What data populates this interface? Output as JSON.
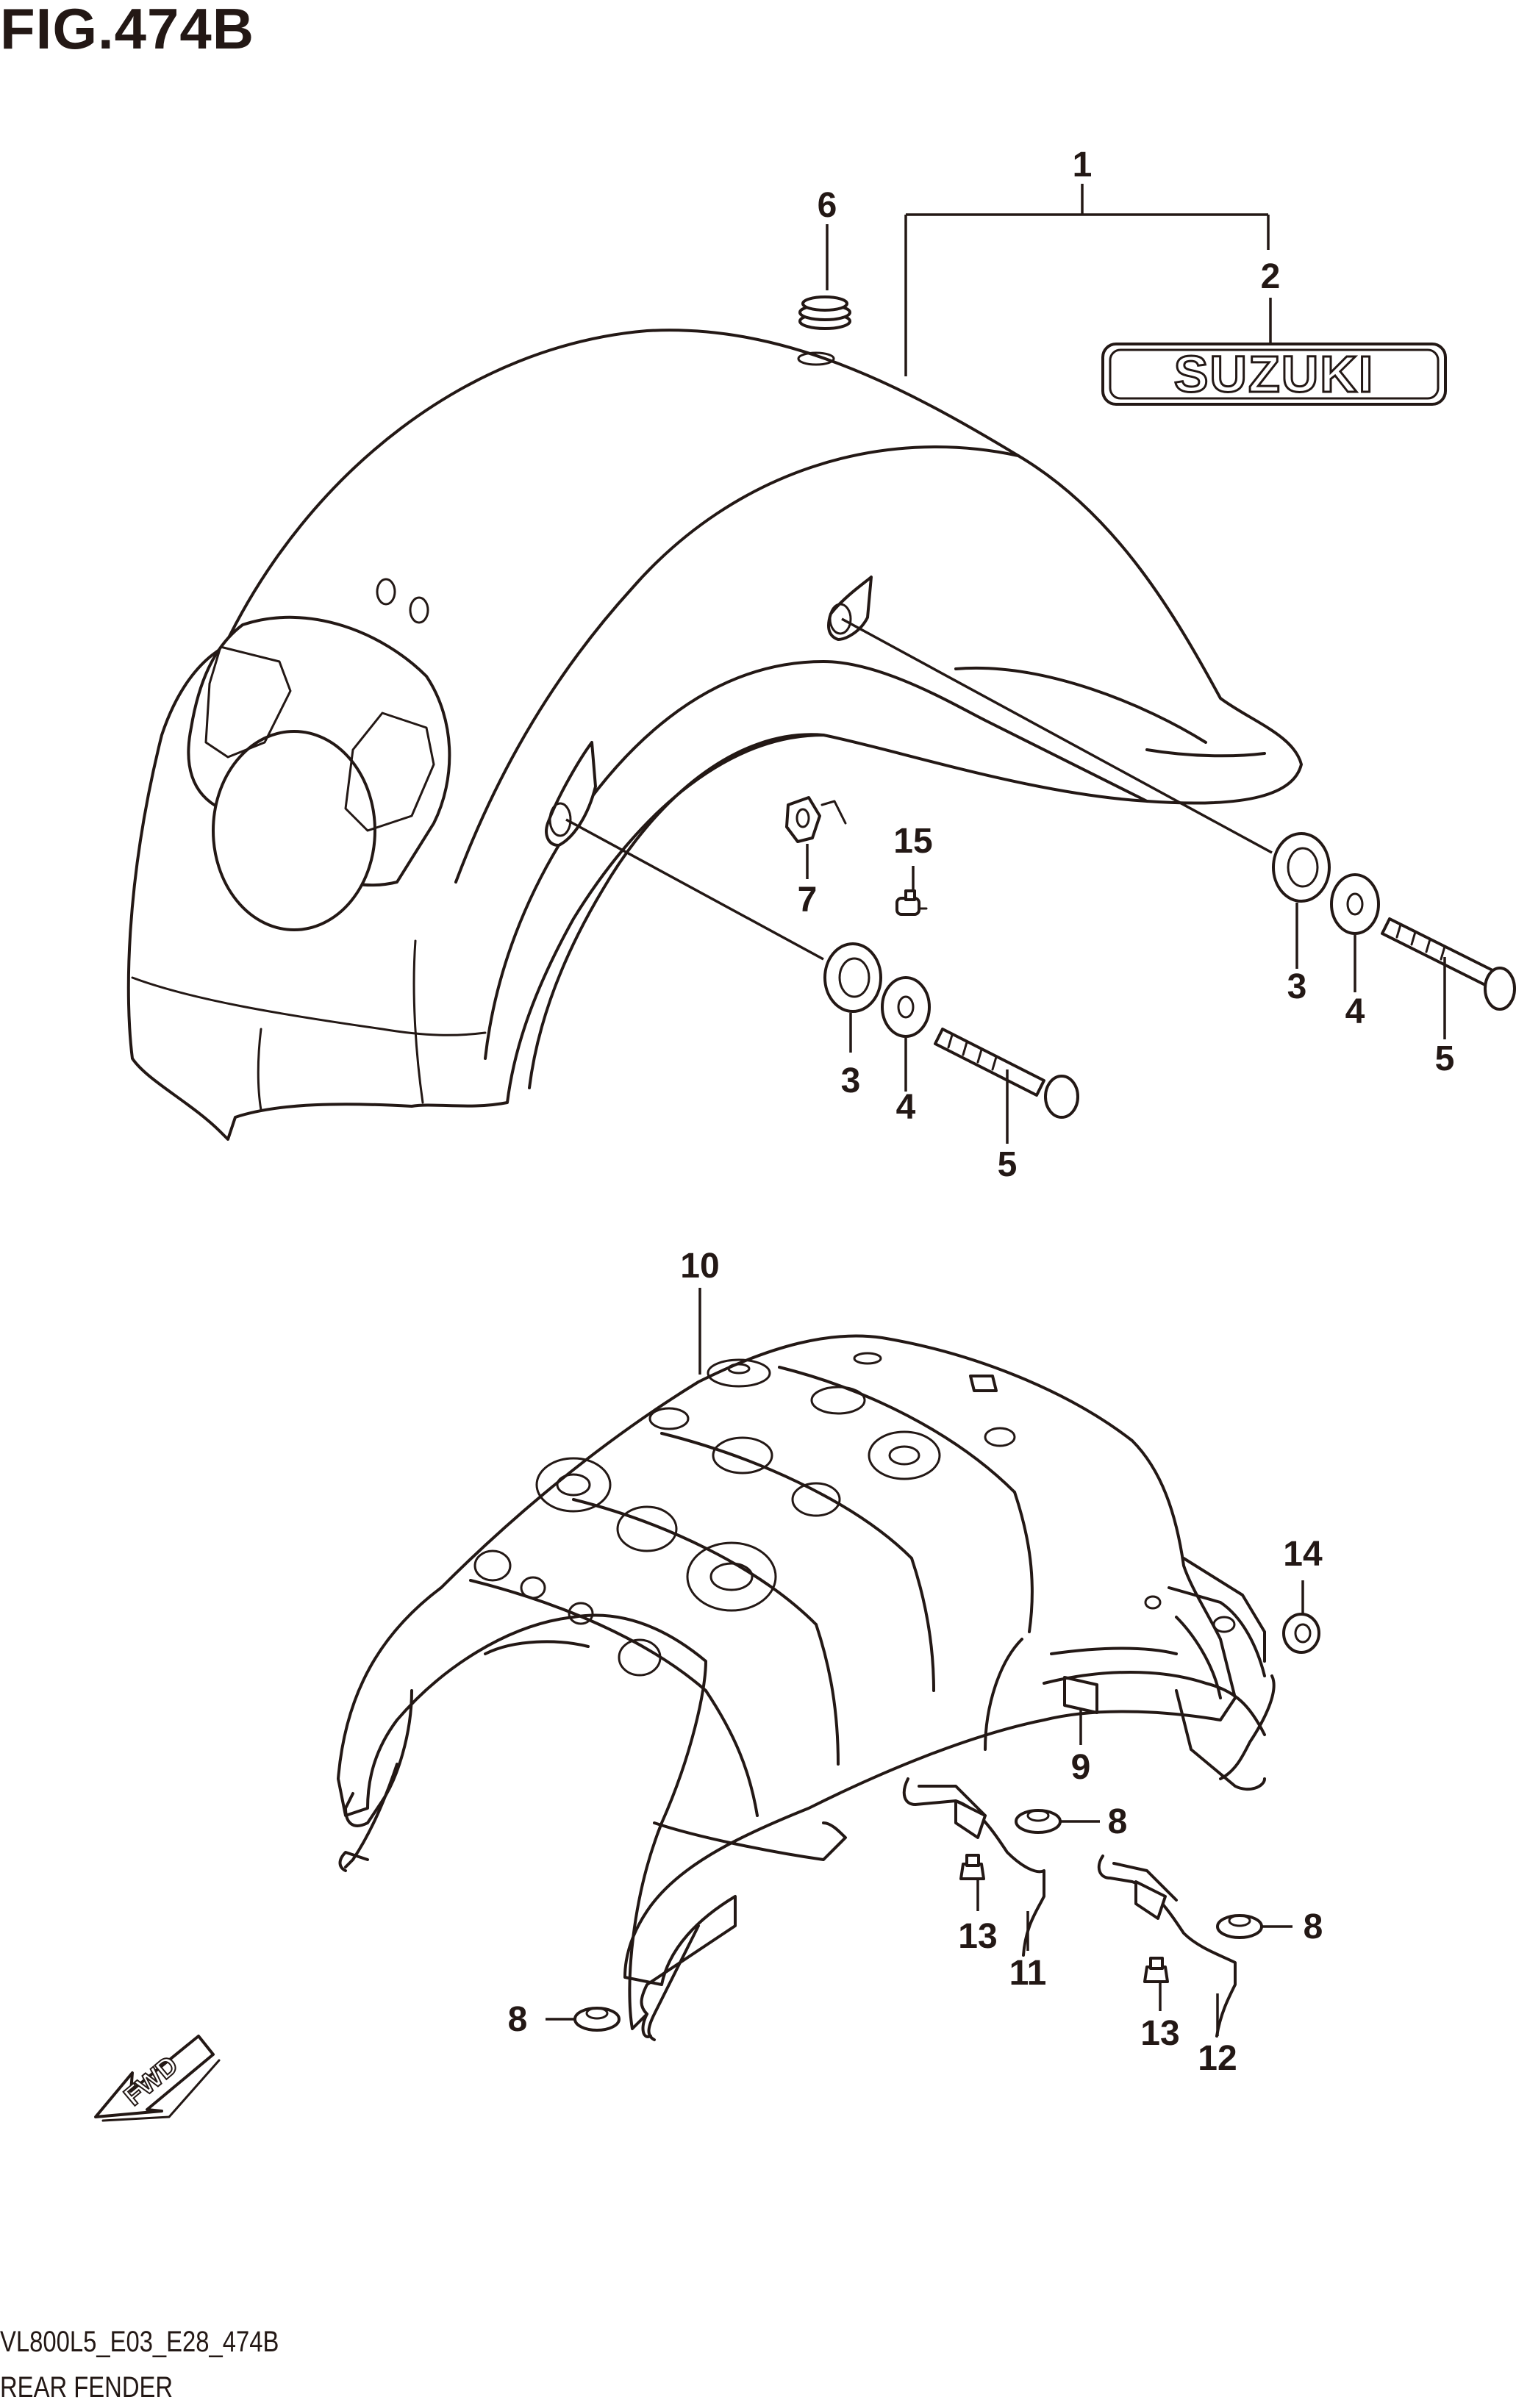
{
  "figure_title": "FIG.474B",
  "model_code": "VL800L5_E03_E28_474B",
  "section_name": "REAR FENDER",
  "emblem_text": "SUZUKI",
  "fwd_text": "FWD",
  "callouts": [
    {
      "id": "c1",
      "label": "1"
    },
    {
      "id": "c2",
      "label": "2"
    },
    {
      "id": "c6",
      "label": "6"
    },
    {
      "id": "c15",
      "label": "15"
    },
    {
      "id": "c7",
      "label": "7"
    },
    {
      "id": "c3a",
      "label": "3"
    },
    {
      "id": "c4a",
      "label": "4"
    },
    {
      "id": "c5a",
      "label": "5"
    },
    {
      "id": "c3b",
      "label": "3"
    },
    {
      "id": "c4b",
      "label": "4"
    },
    {
      "id": "c5b",
      "label": "5"
    },
    {
      "id": "c10",
      "label": "10"
    },
    {
      "id": "c14",
      "label": "14"
    },
    {
      "id": "c9",
      "label": "9"
    },
    {
      "id": "c8a",
      "label": "8"
    },
    {
      "id": "c8b",
      "label": "8"
    },
    {
      "id": "c8c",
      "label": "8"
    },
    {
      "id": "c13a",
      "label": "13"
    },
    {
      "id": "c11",
      "label": "11"
    },
    {
      "id": "c13b",
      "label": "13"
    },
    {
      "id": "c12",
      "label": "12"
    }
  ],
  "colors": {
    "ink": "#231815",
    "paper": "#ffffff"
  }
}
